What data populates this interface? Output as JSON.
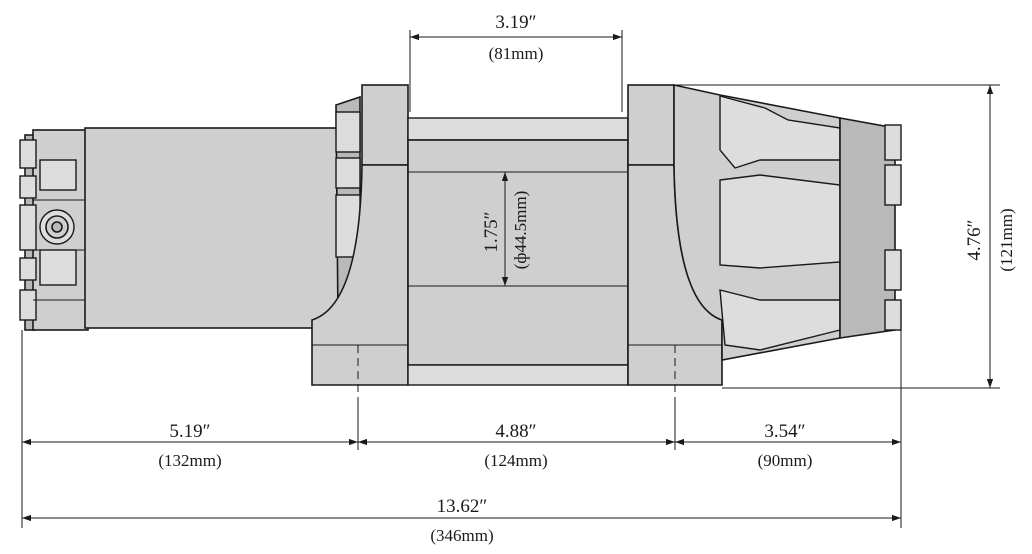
{
  "dimensions": {
    "drum_width": {
      "imperial": "3.19″",
      "metric": "(81mm)"
    },
    "drum_diameter": {
      "imperial": "1.75″",
      "metric": "(ф44.5mm)"
    },
    "height": {
      "imperial": "4.76″",
      "metric": "(121mm)"
    },
    "motor_section": {
      "imperial": "5.19″",
      "metric": "(132mm)"
    },
    "mount_spacing": {
      "imperial": "4.88″",
      "metric": "(124mm)"
    },
    "gearbox_section": {
      "imperial": "3.54″",
      "metric": "(90mm)"
    },
    "overall_length": {
      "imperial": "13.62″",
      "metric": "(346mm)"
    }
  }
}
